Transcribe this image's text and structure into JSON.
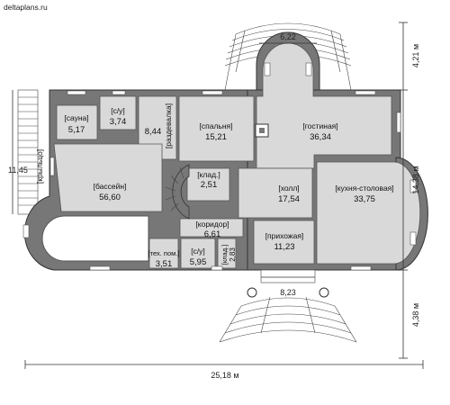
{
  "watermark": "deltaplans.ru",
  "rooms": {
    "sauna": {
      "name": "[сауна]",
      "area": "5,17"
    },
    "wc1": {
      "name": "[с/у]",
      "area": "3,74"
    },
    "changing": {
      "name": "[раздевалка]",
      "area": "8,44"
    },
    "bedroom": {
      "name": "[спальня]",
      "area": "15,21"
    },
    "living": {
      "name": "[гостиная]",
      "area": "36,34"
    },
    "pool": {
      "name": "[бассейн]",
      "area": "56,60"
    },
    "storage1": {
      "name": "[клад.]",
      "area": "2,51"
    },
    "hall": {
      "name": "[холл]",
      "area": "17,54"
    },
    "kitchen": {
      "name": "[кухня-столовая]",
      "area": "33,75"
    },
    "corridor": {
      "name": "[коридор]",
      "area": "6,61"
    },
    "tech": {
      "name": "[тех. пом.]",
      "area": "3,51"
    },
    "wc2": {
      "name": "[с/у]",
      "area": "5,95"
    },
    "storage2": {
      "name": "[клад.]",
      "area": "2,83"
    },
    "entrance": {
      "name": "[прихожая]",
      "area": "11,23"
    },
    "porch": {
      "name": "[крыльцо]"
    }
  },
  "dimensions": {
    "top_stair_width": "6,22",
    "bottom_stair_width": "8,23",
    "left_porch_length": "11,45",
    "total_width": "25,18 м",
    "right_top": "4,21 м",
    "right_middle": "14,38 м",
    "right_bottom": "4,38 м"
  }
}
